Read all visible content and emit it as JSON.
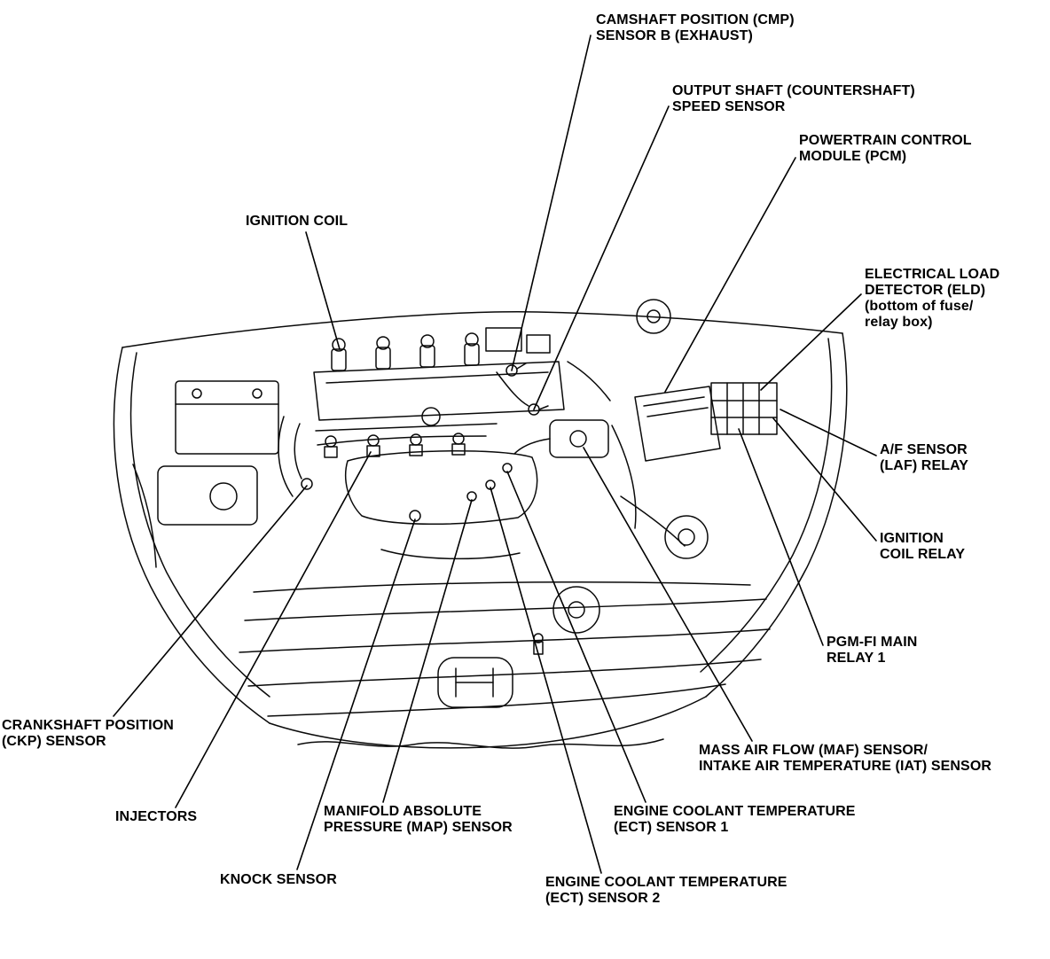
{
  "diagram": {
    "kind": "engine-bay-component-location-diagram",
    "colors": {
      "background": "#ffffff",
      "line": "#0a0a0a",
      "text": "#000000"
    },
    "labels": {
      "cmp_sensor_b": {
        "lines": [
          "CAMSHAFT POSITION (CMP)",
          "SENSOR B (EXHAUST)"
        ]
      },
      "output_shaft_sensor": {
        "lines": [
          "OUTPUT SHAFT (COUNTERSHAFT)",
          "SPEED SENSOR"
        ]
      },
      "pcm": {
        "lines": [
          "POWERTRAIN CONTROL",
          "MODULE (PCM)"
        ]
      },
      "ignition_coil": {
        "lines": [
          "IGNITION COIL"
        ]
      },
      "eld": {
        "lines": [
          "ELECTRICAL LOAD",
          "DETECTOR (ELD)",
          "(bottom of fuse/",
          "relay box)"
        ]
      },
      "af_sensor_relay": {
        "lines": [
          "A/F SENSOR",
          "(LAF) RELAY"
        ]
      },
      "ignition_coil_relay": {
        "lines": [
          "IGNITION",
          "COIL RELAY"
        ]
      },
      "pgm_fi_main_relay": {
        "lines": [
          "PGM-FI MAIN",
          "RELAY 1"
        ]
      },
      "maf_iat_sensor": {
        "lines": [
          "MASS AIR FLOW (MAF) SENSOR/",
          "INTAKE AIR TEMPERATURE (IAT) SENSOR"
        ]
      },
      "ect_sensor_1": {
        "lines": [
          "ENGINE COOLANT TEMPERATURE",
          "(ECT) SENSOR 1"
        ]
      },
      "ect_sensor_2": {
        "lines": [
          "ENGINE COOLANT TEMPERATURE",
          "(ECT) SENSOR 2"
        ]
      },
      "knock_sensor": {
        "lines": [
          "KNOCK SENSOR"
        ]
      },
      "map_sensor": {
        "lines": [
          "MANIFOLD ABSOLUTE",
          "PRESSURE (MAP) SENSOR"
        ]
      },
      "injectors": {
        "lines": [
          "INJECTORS"
        ]
      },
      "ckp_sensor": {
        "lines": [
          "CRANKSHAFT POSITION",
          "(CKP) SENSOR"
        ]
      }
    }
  }
}
